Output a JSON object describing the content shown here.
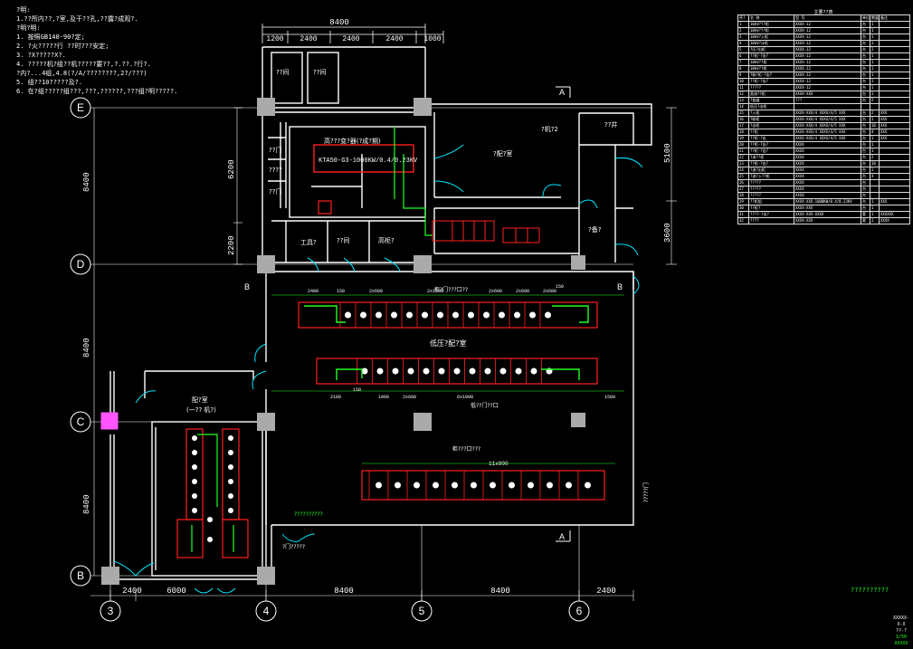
{
  "notes": {
    "heading": "?明:",
    "lines": [
      "1.??所内??,?室,及干??孔,??露?成观?.",
      "?明?明:",
      "1. 按照GB140-90?定;",
      "2. ?火?????行 ??时???安定;",
      "3. ?X?????X?.",
      "4. ?????机?组??机?????要??,?.??.?行?.",
      "   ?内?...4组,4.8(?/A/????????,2?/???)",
      "5. 组??10?????及?.",
      "6. 在?组?????组???,???,??????,???组?明?????."
    ]
  },
  "dims": {
    "top_total": "8400",
    "top_parts": [
      "1200",
      "2400",
      "2400",
      "2400",
      "1000"
    ],
    "left": [
      "8400",
      "6200",
      "2200",
      "8400",
      "8400"
    ],
    "bottom": [
      "2400",
      "6000",
      "8400",
      "8400",
      "2400"
    ],
    "right": [
      "5100",
      "3600"
    ]
  },
  "axes": {
    "rows": [
      "E",
      "D",
      "C",
      "B"
    ],
    "cols": [
      "3",
      "4",
      "5",
      "6"
    ]
  },
  "section_marks": [
    "A",
    "A",
    "B",
    "B"
  ],
  "rooms": {
    "upper_left_top": [
      "??间",
      "??间"
    ],
    "transformer_title": "高???变?器(?成?期)",
    "transformer_model": "KTA50-G3-1000KW/0.4/0.23KV",
    "small_rooms": [
      "??门",
      "????",
      "??门",
      "工具?",
      "??间",
      "高柜?"
    ],
    "control_room": "?配?室",
    "right_room": "?机?2",
    "right_small": "?备?",
    "stair": "??井",
    "main_hall": "低压?配?室",
    "hvac_room_title": "配?室",
    "hvac_room_sub": "(一?? 机?)",
    "row_labels": [
      "柜?门???口??",
      "低??门??口",
      "柜???口???"
    ],
    "row_dims_top": [
      "2400",
      "150",
      "2x600",
      "2x1200",
      "2x600",
      "2x600",
      "2x600",
      "150"
    ],
    "row_dims_mid": [
      "2100",
      "150",
      "1000",
      "2x600",
      "6x1000",
      "1500"
    ],
    "bottom_row_dim": "11x800",
    "side_note": "?????门",
    "lower_left_note": "?门?????",
    "green_label": "??????????"
  },
  "equipment_table": {
    "title": "主要??表",
    "header": [
      "序?",
      "名 称",
      "型 号",
      "单位",
      "数量",
      "备注"
    ],
    "rows": [
      [
        "1",
        "10kV???柜",
        "XXXX-12",
        "台",
        "1",
        ""
      ],
      [
        "2",
        "10kV???柜",
        "XXXX-12",
        "台",
        "1",
        ""
      ],
      [
        "3",
        "10kV?入柜",
        "XXXX-12",
        "台",
        "1",
        ""
      ],
      [
        "4",
        "10kV?计柜",
        "XXXX-12",
        "台",
        "1",
        ""
      ],
      [
        "5",
        "?压?出柜",
        "XXXX-12",
        "台",
        "2",
        ""
      ],
      [
        "6",
        "??柜-?出?",
        "XXXX-12",
        "台",
        "1",
        ""
      ],
      [
        "7",
        "10kV??柜",
        "XXXX-12",
        "台",
        "1",
        ""
      ],
      [
        "8",
        "10kV??柜",
        "XXXX-12",
        "台",
        "1",
        ""
      ],
      [
        "9",
        "?联?柜-?出?",
        "XXXX-12",
        "台",
        "1",
        ""
      ],
      [
        "10",
        "??柜-?出?",
        "XXXX-12",
        "台",
        "1",
        ""
      ],
      [
        "11",
        "?????",
        "XXXX-12",
        "台",
        "1",
        ""
      ],
      [
        "12",
        "直流??柜",
        "XXXX-XXX",
        "台",
        "1",
        ""
      ],
      [
        "13",
        "?变器",
        "???",
        "台",
        "2",
        ""
      ],
      [
        "14",
        "低压?出柜",
        "",
        "",
        "",
        ""
      ],
      [
        "15",
        "?入柜",
        "XXXX-XXX/4 XXXX/4/5 XXX",
        "台",
        "2",
        "XXX"
      ],
      [
        "16",
        "?联柜",
        "XXXX-XXX/4 XXXX/4/5 XXX",
        "台",
        "1",
        "XXX"
      ],
      [
        "17",
        "?出柜",
        "XXXX-XXX/4 XXXX/4/5 XXX",
        "台",
        "10",
        "XXX"
      ],
      [
        "18",
        "??柜",
        "XXXX-XXX/4 XXXX/4/5 XXX",
        "台",
        "4",
        "XXX"
      ],
      [
        "19",
        "??柜-?出",
        "XXXX-XXX/4 XXXX/4/5 XXX",
        "台",
        "1",
        "XXX"
      ],
      [
        "20",
        "??柜-?出?",
        "XXXX",
        "台",
        "1",
        ""
      ],
      [
        "21",
        "??柜-?出?",
        "XXXX",
        "台",
        "1",
        ""
      ],
      [
        "22",
        "?流??柜",
        "XXXX",
        "台",
        "2",
        ""
      ],
      [
        "23",
        "??柜-?出?",
        "XXXX",
        "台",
        "10",
        ""
      ],
      [
        "24",
        "?流?出柜",
        "XXXX",
        "台",
        "1",
        ""
      ],
      [
        "25",
        "?流?入??柜",
        "XXXX",
        "台",
        "4",
        ""
      ],
      [
        "26",
        "?????",
        "XXXX",
        "台",
        "",
        ""
      ],
      [
        "27",
        "?????",
        "XXXX",
        "台",
        "",
        ""
      ],
      [
        "28",
        "?????",
        "XXXX",
        "台",
        "",
        ""
      ],
      [
        "29",
        "??柜组",
        "XXXX-XXX-1000KW/0.4/0.23KV",
        "台",
        "1",
        "XXX"
      ],
      [
        "30",
        "??柜?",
        "XXXX-XXX",
        "台",
        "1",
        ""
      ],
      [
        "31",
        "????-?出?",
        "XXXX-XXX-XXXX",
        "套",
        "1",
        "XXXXXX"
      ],
      [
        "32",
        "????",
        "XXXX-XXX",
        "套",
        "1",
        "XXXX"
      ]
    ]
  },
  "footer": {
    "line1": "XXXXX-X-X",
    "line2": "??-?",
    "line3": "1/50",
    "line4": "XXXXX"
  },
  "colors": {
    "background": "#000000",
    "wall": "#ffffff",
    "cabinet": "#ff2020",
    "green": "#22ff22",
    "cyan": "#00e5ff",
    "column": "#aaaaaa",
    "magenta": "#ff55ff"
  }
}
